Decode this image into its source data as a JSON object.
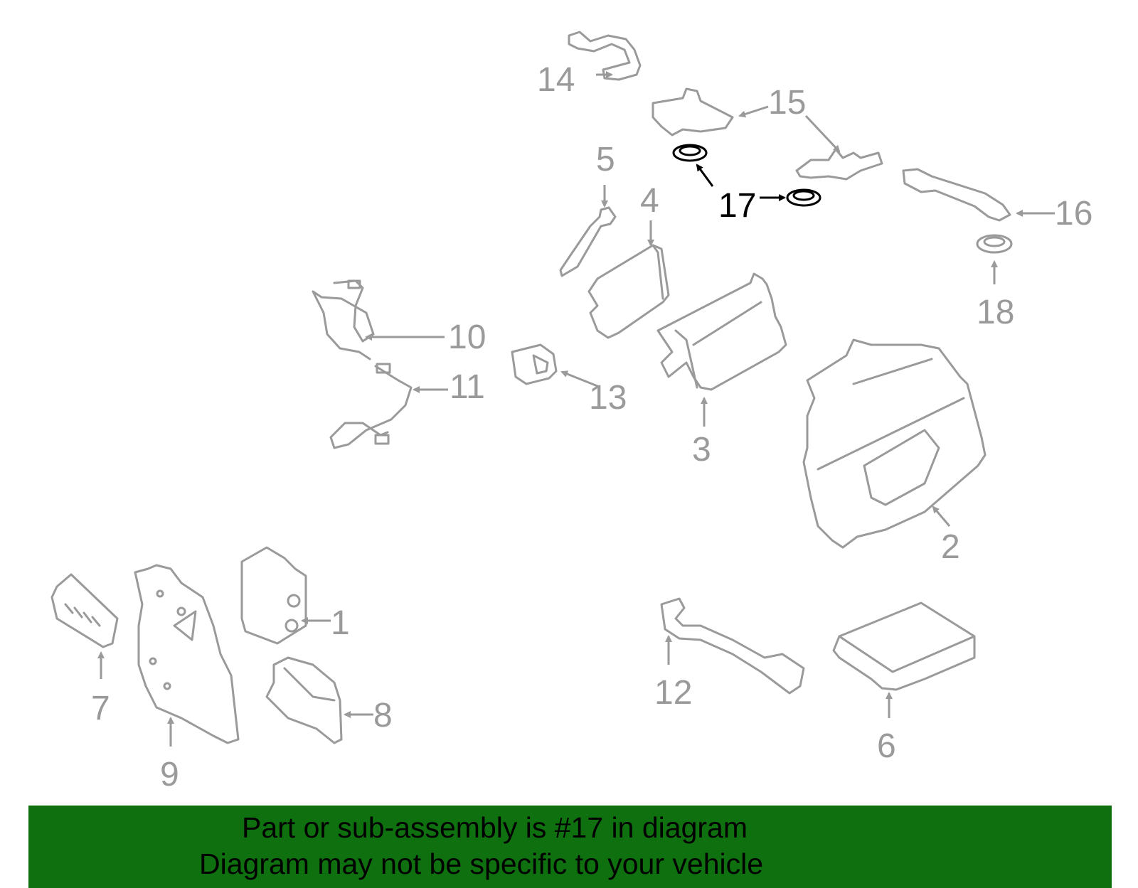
{
  "callouts": {
    "c1": "1",
    "c2": "2",
    "c3": "3",
    "c4": "4",
    "c5": "5",
    "c6": "6",
    "c7": "7",
    "c8": "8",
    "c9": "9",
    "c10": "10",
    "c11": "11",
    "c12": "12",
    "c13": "13",
    "c14": "14",
    "c15": "15",
    "c16": "16",
    "c17": "17",
    "c18": "18"
  },
  "highlighted_part": "17",
  "colors": {
    "part_line": "#9a9a9a",
    "highlight": "#000000",
    "banner_bg": "#0f700f",
    "banner_text": "#000000"
  },
  "banner": {
    "line1": "Part or sub-assembly is #17 in diagram",
    "line2": "Diagram may not be specific to your vehicle"
  }
}
